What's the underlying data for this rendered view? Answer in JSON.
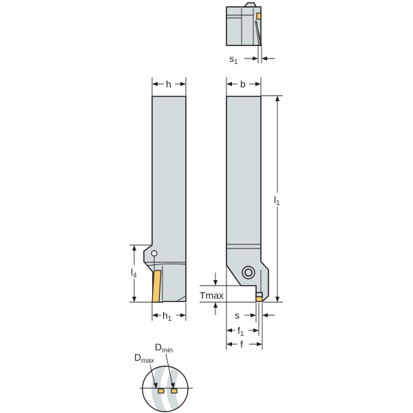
{
  "drawing": {
    "type": "grooving/parting tool holder dimension drawing",
    "colors": {
      "body": "#d3dbdd",
      "outline": "#231f20",
      "insert": "#f6c96a",
      "workpiece_ring": "#d3dbdd"
    },
    "views": {
      "end_view": {
        "labels": {
          "s1_main": "s",
          "s1_sub": "1"
        }
      },
      "side_view": {
        "labels": {
          "h": "h",
          "l4_main": "l",
          "l4_sub": "4",
          "h1_main": "h",
          "h1_sub": "1"
        }
      },
      "front_view": {
        "labels": {
          "b": "b",
          "l1_main": "l",
          "l1_sub": "1",
          "tmax": "Tmax",
          "s": "s",
          "f1_main": "f",
          "f1_sub": "1",
          "f": "f"
        }
      },
      "detail_view": {
        "labels": {
          "dmax_main": "D",
          "dmax_sub": "max",
          "dmin_main": "D",
          "dmin_sub": "min"
        }
      }
    }
  }
}
